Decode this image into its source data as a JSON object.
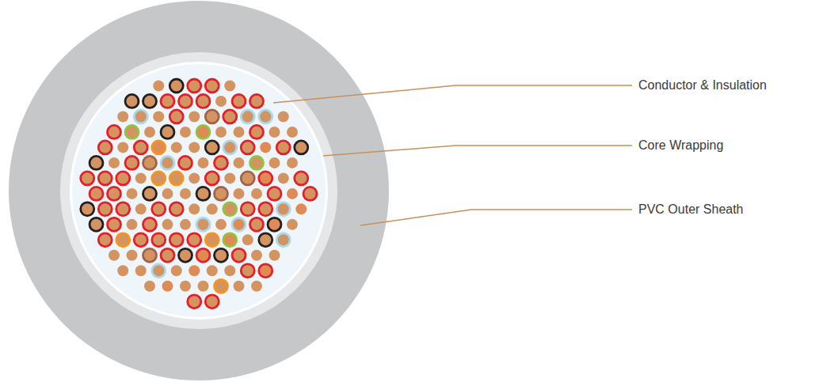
{
  "diagram": {
    "labels": [
      "Conductor & Insulation",
      "Core Wrapping",
      "PVC Outer Sheath"
    ]
  }
}
